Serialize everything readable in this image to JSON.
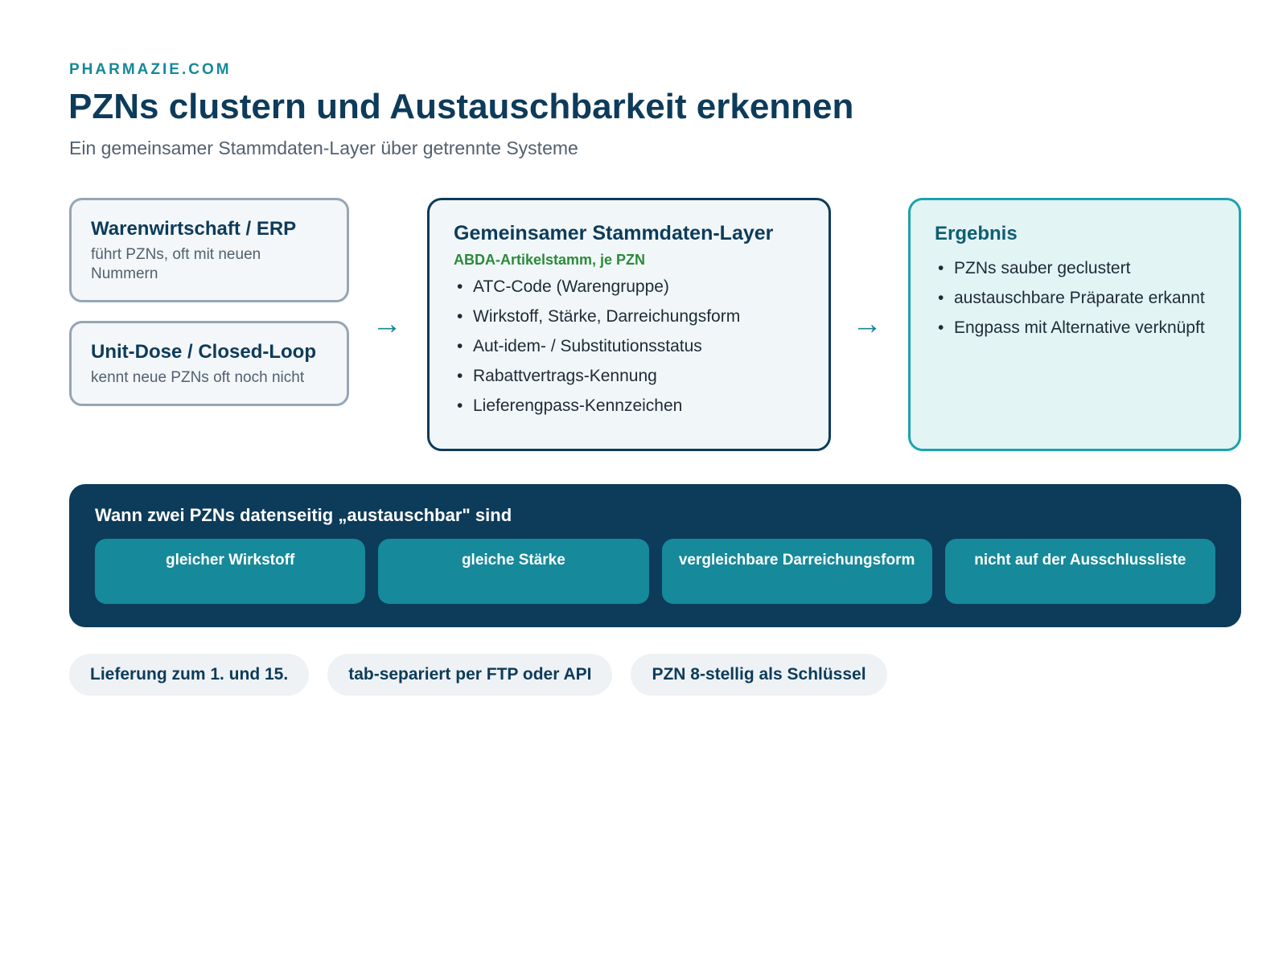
{
  "header": {
    "brand": "PHARMAZIE.COM",
    "title": "PZNs clustern und Austauschbarkeit erkennen",
    "subtitle": "Ein gemeinsamer Stammdaten-Layer über getrennte Systeme"
  },
  "sources": [
    {
      "title": "Warenwirtschaft / ERP",
      "description": "führt PZNs, oft mit neuen Nummern"
    },
    {
      "title": "Unit-Dose / Closed-Loop",
      "description": "kennt neue PZNs oft noch nicht"
    }
  ],
  "arrows": [
    "→",
    "→"
  ],
  "layer": {
    "title": "Gemeinsamer Stammdaten-Layer",
    "source": "ABDA-Artikelstamm, je PZN",
    "items": [
      "ATC-Code (Warengruppe)",
      "Wirkstoff, Stärke, Darreichungsform",
      "Aut-idem- / Substitutionsstatus",
      "Rabattvertrags-Kennung",
      "Lieferengpass-Kennzeichen"
    ]
  },
  "result": {
    "title": "Ergebnis",
    "items": [
      "PZNs sauber geclustert",
      "austauschbare Präparate erkannt",
      "Engpass mit Alternative verknüpft"
    ]
  },
  "criteria": {
    "title": "Wann zwei PZNs datenseitig „austauschbar\" sind",
    "items": [
      "gleicher Wirkstoff",
      "gleiche Stärke",
      "vergleichbare Darreichungsform",
      "nicht auf der Ausschlussliste"
    ]
  },
  "facts": [
    "Lieferung zum 1. und 15.",
    "tab-separiert per FTP oder API",
    "PZN 8-stellig als Schlüssel"
  ],
  "colors": {
    "navy": "#0d3b5a",
    "teal": "#15889a",
    "green": "#2c8a3a",
    "result_border": "#1ba3ad"
  }
}
